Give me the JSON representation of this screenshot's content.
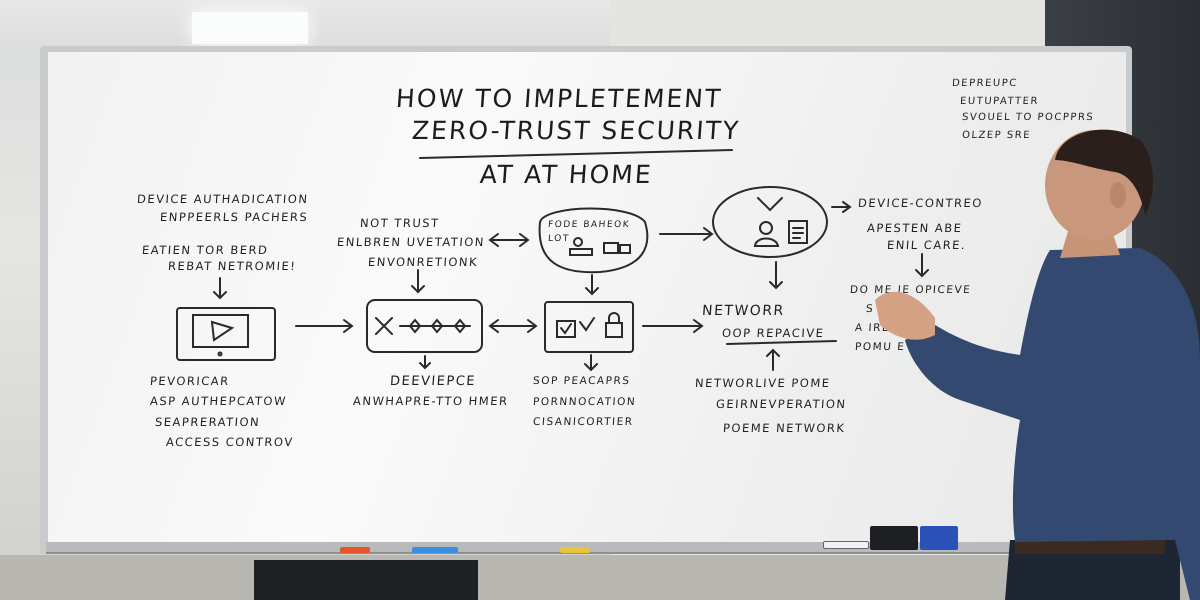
{
  "scene": {
    "board_colors": {
      "surface": "#f4f5f4",
      "ink": "#222222",
      "shirt": "#34496f"
    },
    "title": {
      "line1": "HOW TO IMPLETEMENT",
      "line2": "ZERO-TRUST SECURITY",
      "line3": "AT AT HOME"
    },
    "top_right_note": [
      "DEPREUPC",
      "EUTUPATTER",
      "SVOUEL TO POCPPRS",
      "OLZEP SRE"
    ],
    "left_notes": {
      "item1": "DEVICE AUTHADICATION",
      "item1_sub": "ENPPEERLS PACHERS",
      "item2": "EATIEN TOR BERD",
      "item2_sub": "REBAT NETROMIE!"
    },
    "left_list": [
      "PEVORICAR",
      "ASP AUTHEPCATOW",
      "SEAPRERATION",
      "ACCESS CONTROV"
    ],
    "center_top": {
      "line1": "NOT TRUST",
      "line2": "ENLBREN UVETATION",
      "line3": "ENVONRETIONK"
    },
    "center_bottom": {
      "line1": "DEEVIEPCE",
      "line2": "ANWHAPRE-TTO HMER"
    },
    "cloud1": {
      "line1": "FODE BAHEOK",
      "line2": "LOT"
    },
    "box3_list": [
      "SOP PEACAPRS",
      "PORNNOCATION",
      "CISANICORTIER"
    ],
    "network": {
      "line1": "NETWORR",
      "line2": "OOP REPACIVE"
    },
    "network_list": [
      "NETWORLIVE POME",
      "GEIRNEVPERATION",
      "POEME NETWORK"
    ],
    "right_notes": {
      "line1": "DEVICE-CONTREO",
      "line2": "APESTEN ABE",
      "line3": "ENIL CARE.",
      "list": [
        "DO  ME IE OPICEVE",
        "S   S FOR",
        "A    IRE",
        "POMU  E ZRIME"
      ]
    }
  }
}
